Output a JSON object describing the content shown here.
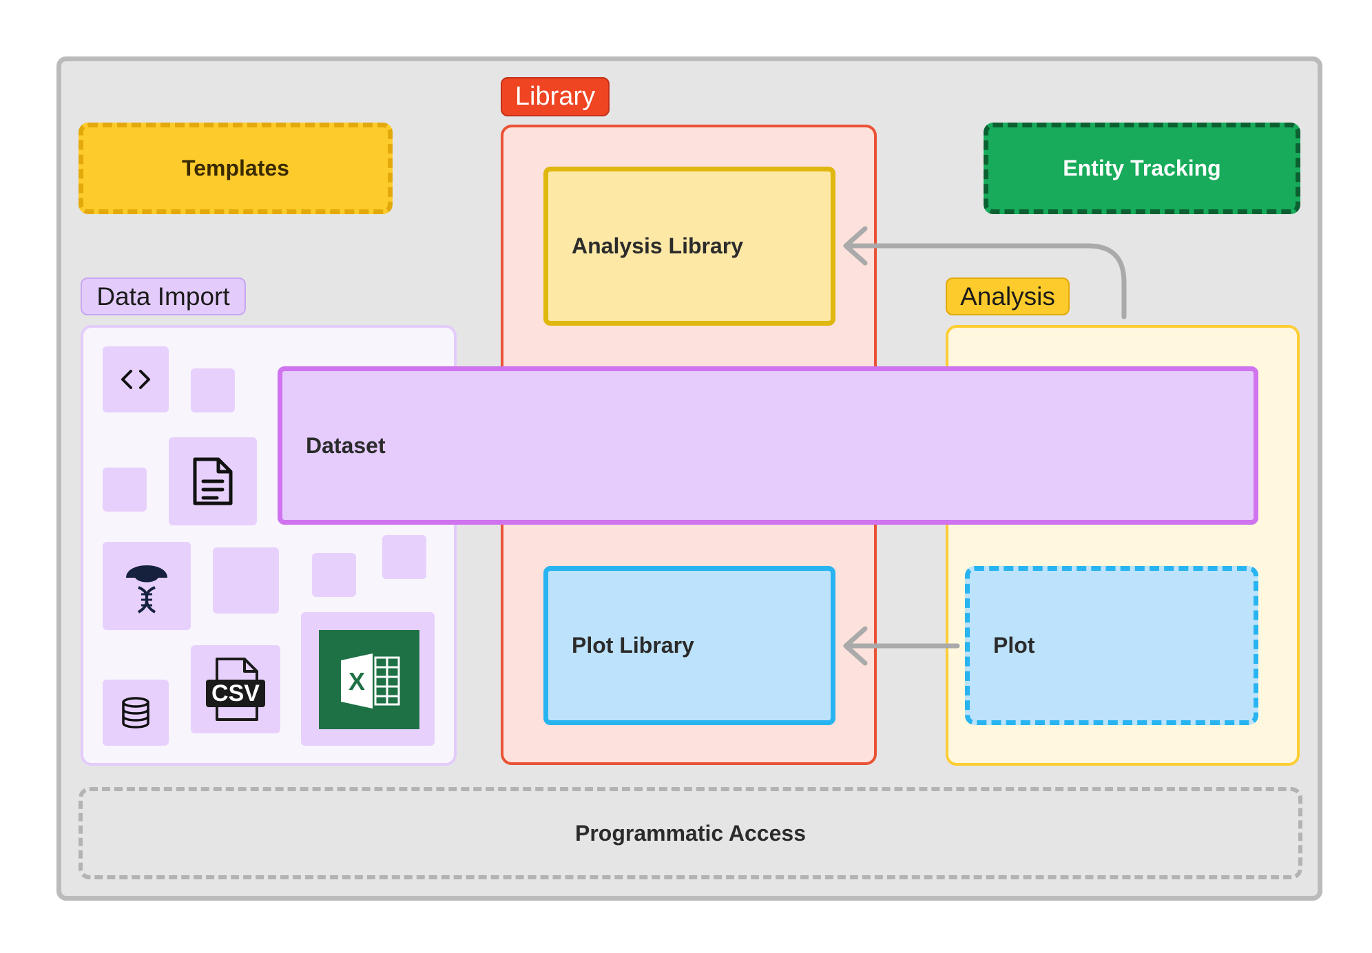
{
  "templates": {
    "label": "Templates"
  },
  "entity_tracking": {
    "label": "Entity Tracking"
  },
  "library": {
    "tag": "Library",
    "analysis_library": "Analysis Library",
    "plot_library": "Plot Library"
  },
  "data_import": {
    "tag": "Data Import",
    "csv_text": "CSV",
    "excel_text": "X"
  },
  "analysis": {
    "tag": "Analysis",
    "plot": "Plot"
  },
  "dataset": {
    "label": "Dataset"
  },
  "programmatic_access": {
    "label": "Programmatic Access"
  },
  "colors": {
    "library_accent": "#ef4523",
    "templates": "#fdcb2c",
    "entity_tracking": "#17ab5b",
    "dataset": "#e5ccfd",
    "plot_blue": "#28b4f0",
    "connector_gray": "#aaaaaa"
  }
}
